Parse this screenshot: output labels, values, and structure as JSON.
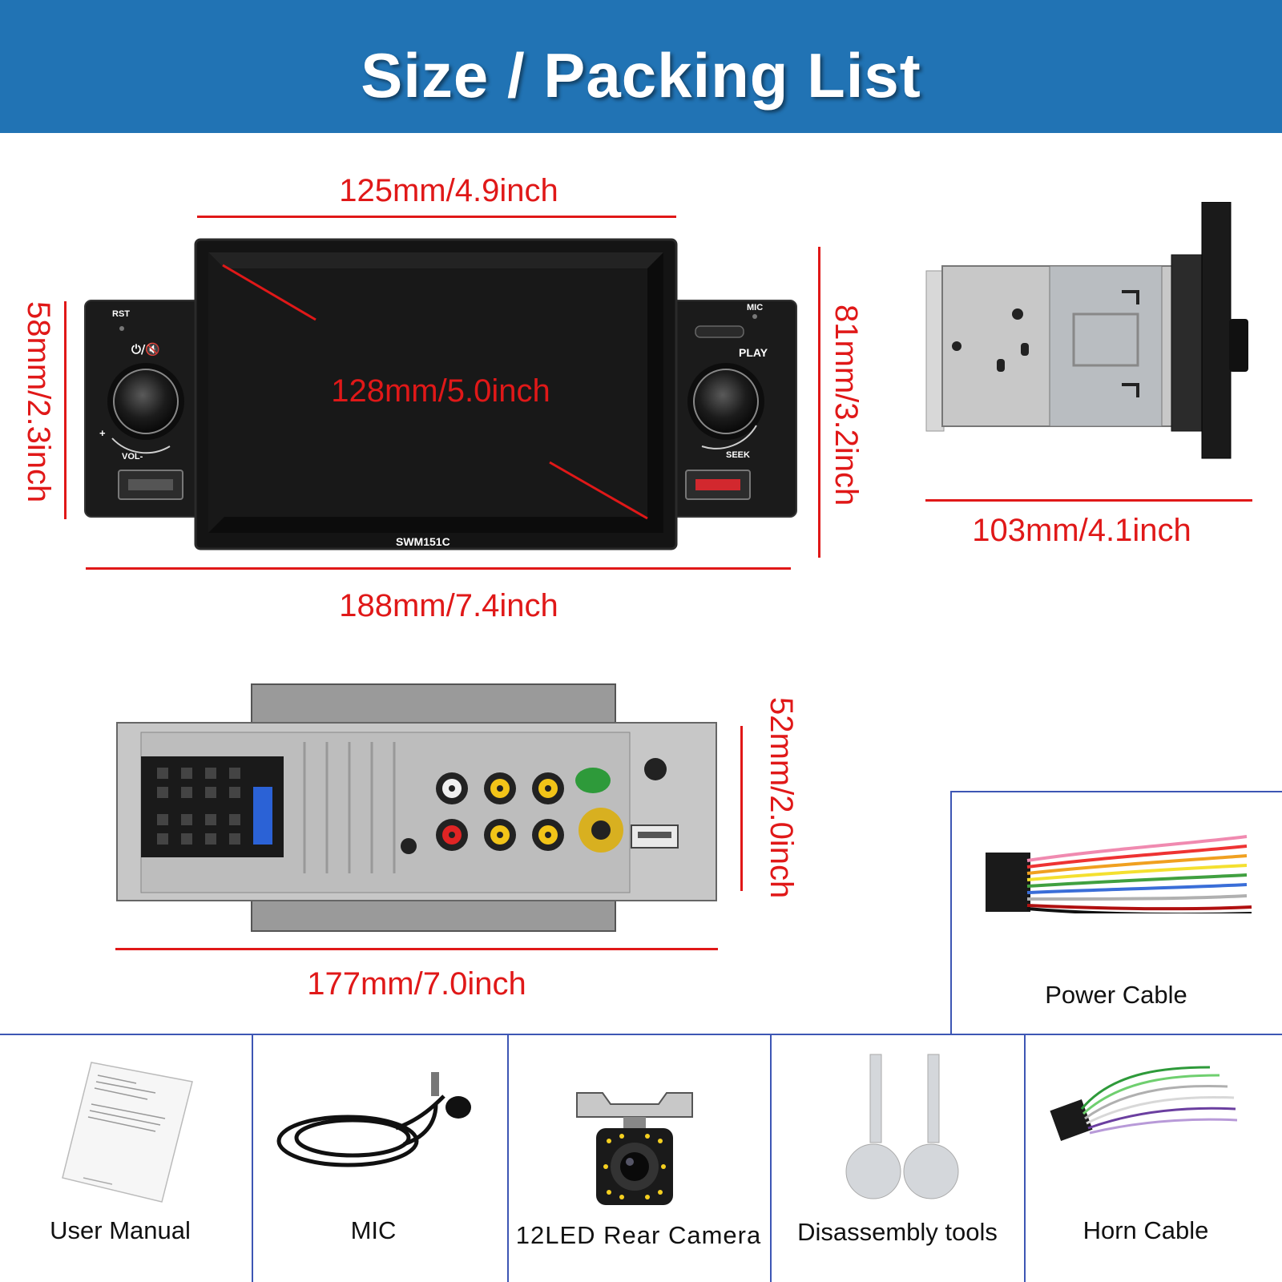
{
  "header": {
    "title": "Size / Packing List"
  },
  "front_view": {
    "width_top": "125mm/4.9inch",
    "screen_diagonal": "128mm/5.0inch",
    "height_left": "58mm/2.3inch",
    "height_right": "81mm/3.2inch",
    "width_bottom": "188mm/7.4inch",
    "labels": {
      "rst": "RST",
      "power_mute": "⏻/🔇",
      "vol": "VOL-",
      "plus": "+",
      "mic": "MIC",
      "play": "PLAY",
      "seek": "SEEK",
      "model": "SWM151C"
    }
  },
  "side_view": {
    "depth": "103mm/4.1inch"
  },
  "back_view": {
    "width": "177mm/7.0inch",
    "height": "52mm/2.0inch"
  },
  "packing_list": {
    "power_cable": "Power Cable",
    "user_manual": "User Manual",
    "mic": "MIC",
    "rear_camera": "12LED Rear Camera",
    "disassembly_tools": "Disassembly tools",
    "horn_cable": "Horn Cable"
  },
  "colors": {
    "banner": "#2173b4",
    "dimension": "#e01818",
    "grid": "#3d56b4"
  }
}
